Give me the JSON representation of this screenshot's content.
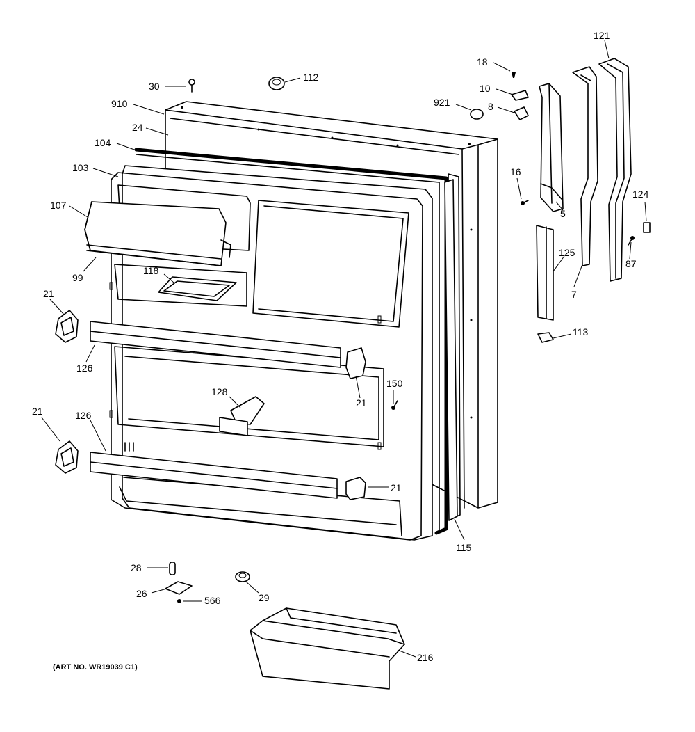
{
  "labels": {
    "p30": "30",
    "p112": "112",
    "p910": "910",
    "p24": "24",
    "p104": "104",
    "p103": "103",
    "p107": "107",
    "p99": "99",
    "p118": "118",
    "p21a": "21",
    "p126a": "126",
    "p21b": "21",
    "p126b": "126",
    "p128": "128",
    "p21c": "21",
    "p150": "150",
    "p21d": "21",
    "p115": "115",
    "p18": "18",
    "p10": "10",
    "p921": "921",
    "p8": "8",
    "p16": "16",
    "p5": "5",
    "p121": "121",
    "p124": "124",
    "p87": "87",
    "p125": "125",
    "p7": "7",
    "p113": "113",
    "p28": "28",
    "p26": "26",
    "p566": "566",
    "p29": "29",
    "p216": "216"
  },
  "art_no": "(ART NO. WR19039 C1)"
}
